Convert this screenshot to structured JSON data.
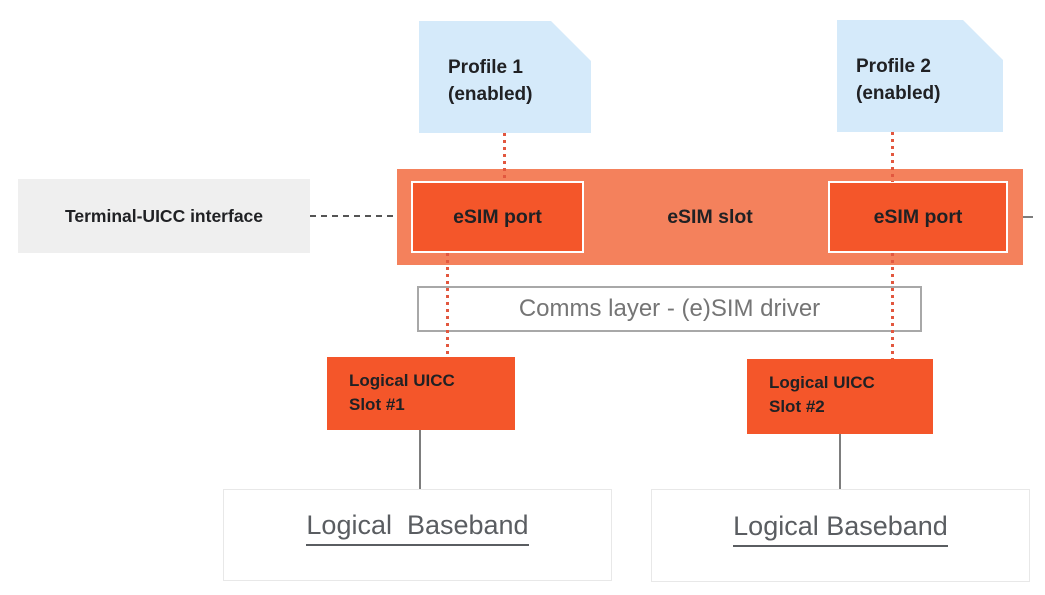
{
  "profiles": [
    {
      "line1": "Profile 1",
      "line2": "(enabled)"
    },
    {
      "line1": "Profile 2",
      "line2": "(enabled)"
    }
  ],
  "terminal": {
    "label": "Terminal-UICC interface"
  },
  "esim_slot": {
    "label": "eSIM slot",
    "ports": [
      {
        "label": "eSIM port"
      },
      {
        "label": "eSIM port"
      }
    ]
  },
  "comms_layer": {
    "label": "Comms layer - (e)SIM driver"
  },
  "uicc_slots": [
    {
      "line1": "Logical UICC",
      "line2": "Slot #1"
    },
    {
      "line1": "Logical UICC",
      "line2": "Slot #2"
    }
  ],
  "basebands": [
    {
      "label": "Logical  Baseband"
    },
    {
      "label": "Logical Baseband"
    }
  ],
  "colors": {
    "profile_blue": "#d5eafa",
    "slot_salmon": "#f4815c",
    "port_orange": "#f4562a",
    "terminal_gray": "#efefef",
    "dotted_red": "#e2573f",
    "text_dark": "#202124",
    "comms_text": "#757575",
    "comms_border": "#a8a8a8",
    "baseband_text": "#5a5d61",
    "baseband_border": "#e8e8e8",
    "connector_gray": "#7d7d7d",
    "dash_gray": "#555555"
  }
}
